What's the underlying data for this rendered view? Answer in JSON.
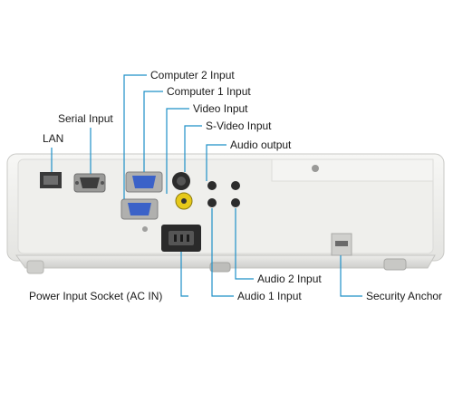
{
  "labels": {
    "computer2": "Computer 2 Input",
    "computer1": "Computer 1 Input",
    "video": "Video Input",
    "svideo": "S-Video Input",
    "audio_out": "Audio output",
    "serial": "Serial Input",
    "lan": "LAN",
    "audio2": "Audio 2 Input",
    "power": "Power Input Socket (AC IN)",
    "audio1": "Audio 1 Input",
    "security": "Security Anchor"
  },
  "colors": {
    "leader_line": "#1e90c8",
    "body": "#f2f2f0",
    "panel": "#e6e6e3",
    "vga_blue": "#3b62c8"
  }
}
